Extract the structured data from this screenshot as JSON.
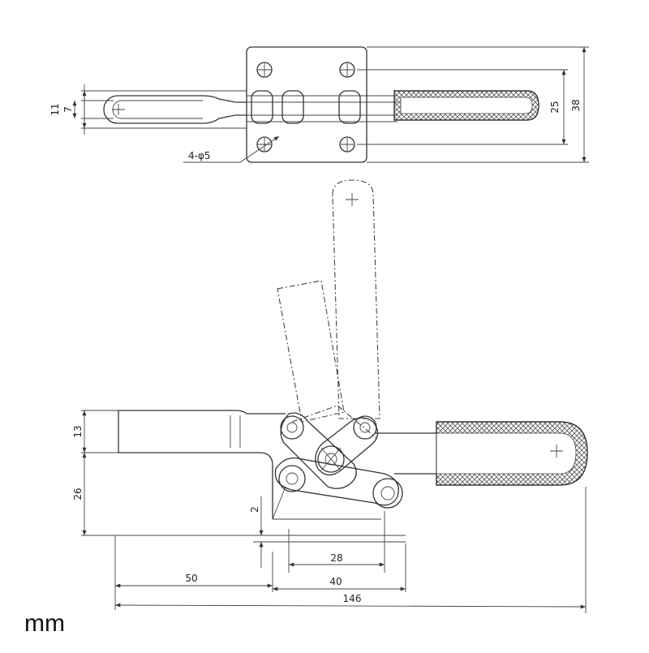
{
  "drawing": {
    "unit": "mm",
    "top_view": {
      "dims": {
        "width_11": "11",
        "width_7": "7",
        "hole_spacing": "25",
        "base_width": "38",
        "holes": "4-φ5"
      }
    },
    "side_view": {
      "dims": {
        "height_13": "13",
        "height_26": "26",
        "offset_2": "2",
        "hole_spacing_28": "28",
        "base_length_40": "40",
        "reach_50": "50",
        "overall_length": "146"
      }
    }
  }
}
